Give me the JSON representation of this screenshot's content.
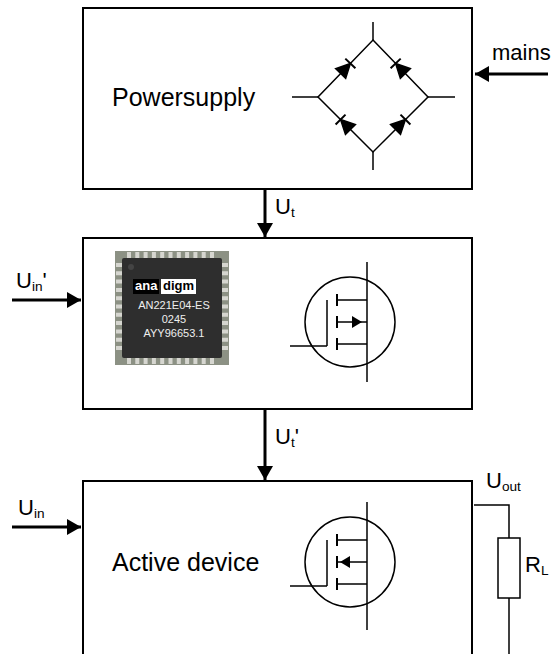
{
  "diagram": {
    "nodes": [
      {
        "text": [
          "Powersupply"
        ]
      },
      {
        "text": [
          "ana",
          "digm",
          "AN221E04-ES",
          "0245",
          "AYY96653.1"
        ]
      },
      {
        "text": [
          "Active device"
        ]
      }
    ],
    "edges": [
      {
        "from": 0,
        "to": 1,
        "arrow": "to",
        "label": "Ut"
      },
      {
        "from": 1,
        "to": 2,
        "arrow": "to",
        "label": "Ut'"
      }
    ],
    "labels": [
      "mains",
      "Uin'",
      "Uin",
      "Uout",
      "RL"
    ]
  }
}
